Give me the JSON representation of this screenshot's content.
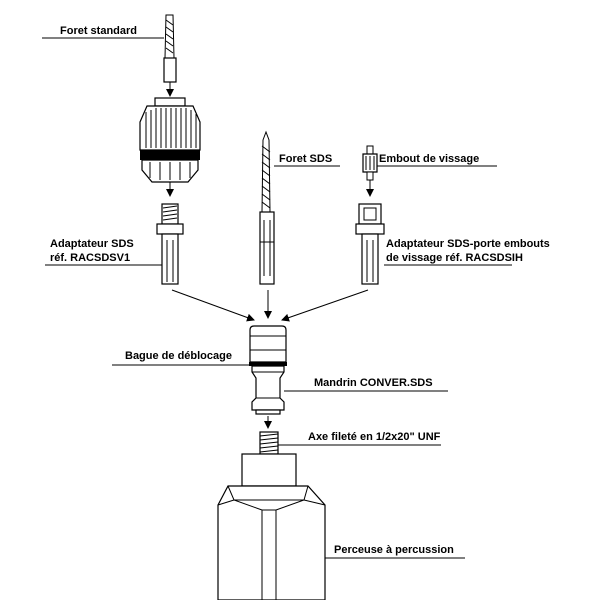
{
  "labels": {
    "foret_standard": "Foret standard",
    "foret_sds": "Foret SDS",
    "embout_vissage": "Embout de vissage",
    "adaptateur_sds_line1": "Adaptateur SDS",
    "adaptateur_sds_line2": "réf. RACSDSV1",
    "adaptateur_porte_line1": "Adaptateur SDS-porte embouts",
    "adaptateur_porte_line2": "de vissage réf. RACSDSIH",
    "bague": "Bague de déblocage",
    "mandrin": "Mandrin CONVER.SDS",
    "axe": "Axe fileté en 1/2x20\" UNF",
    "perceuse": "Perceuse à percussion"
  }
}
